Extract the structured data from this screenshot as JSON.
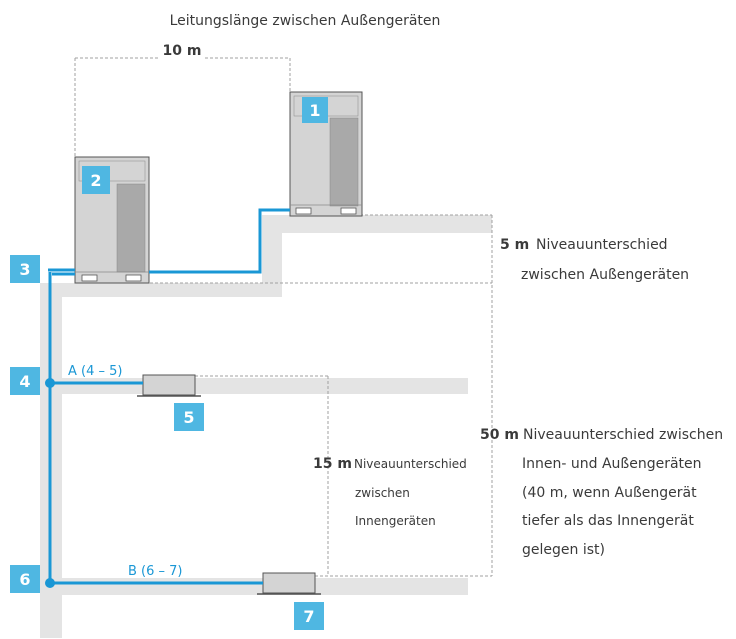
{
  "colors": {
    "accent": "#1a97d5",
    "badge": "#4fb7e2",
    "ground": "#e4e4e4",
    "unit_light": "#d4d4d4",
    "unit_dark": "#a9a9a9",
    "dash": "#a0a0a0",
    "text": "#3a3a3a"
  },
  "header": {
    "title": "Leitungslänge zwischen Außengeräten",
    "distance": "10 m"
  },
  "badges": [
    "1",
    "2",
    "3",
    "4",
    "5",
    "6",
    "7"
  ],
  "pipes": {
    "a": "A (4 – 5)",
    "b": "B (6 – 7)"
  },
  "dimensions": {
    "outdoor_level": {
      "value": "5 m",
      "line1": "Niveauunterschied",
      "line2": "zwischen Außengeräten"
    },
    "indoor_level": {
      "value": "15 m",
      "line1": "Niveauunterschied",
      "line2": "zwischen",
      "line3": "Innengeräten"
    },
    "total_level": {
      "value": "50 m",
      "line1": "Niveauunterschied zwischen",
      "line2": "Innen- und Außengeräten",
      "line3": "(40 m, wenn Außengerät",
      "line4": "tiefer als das Innengerät",
      "line5": "gelegen ist)"
    }
  }
}
